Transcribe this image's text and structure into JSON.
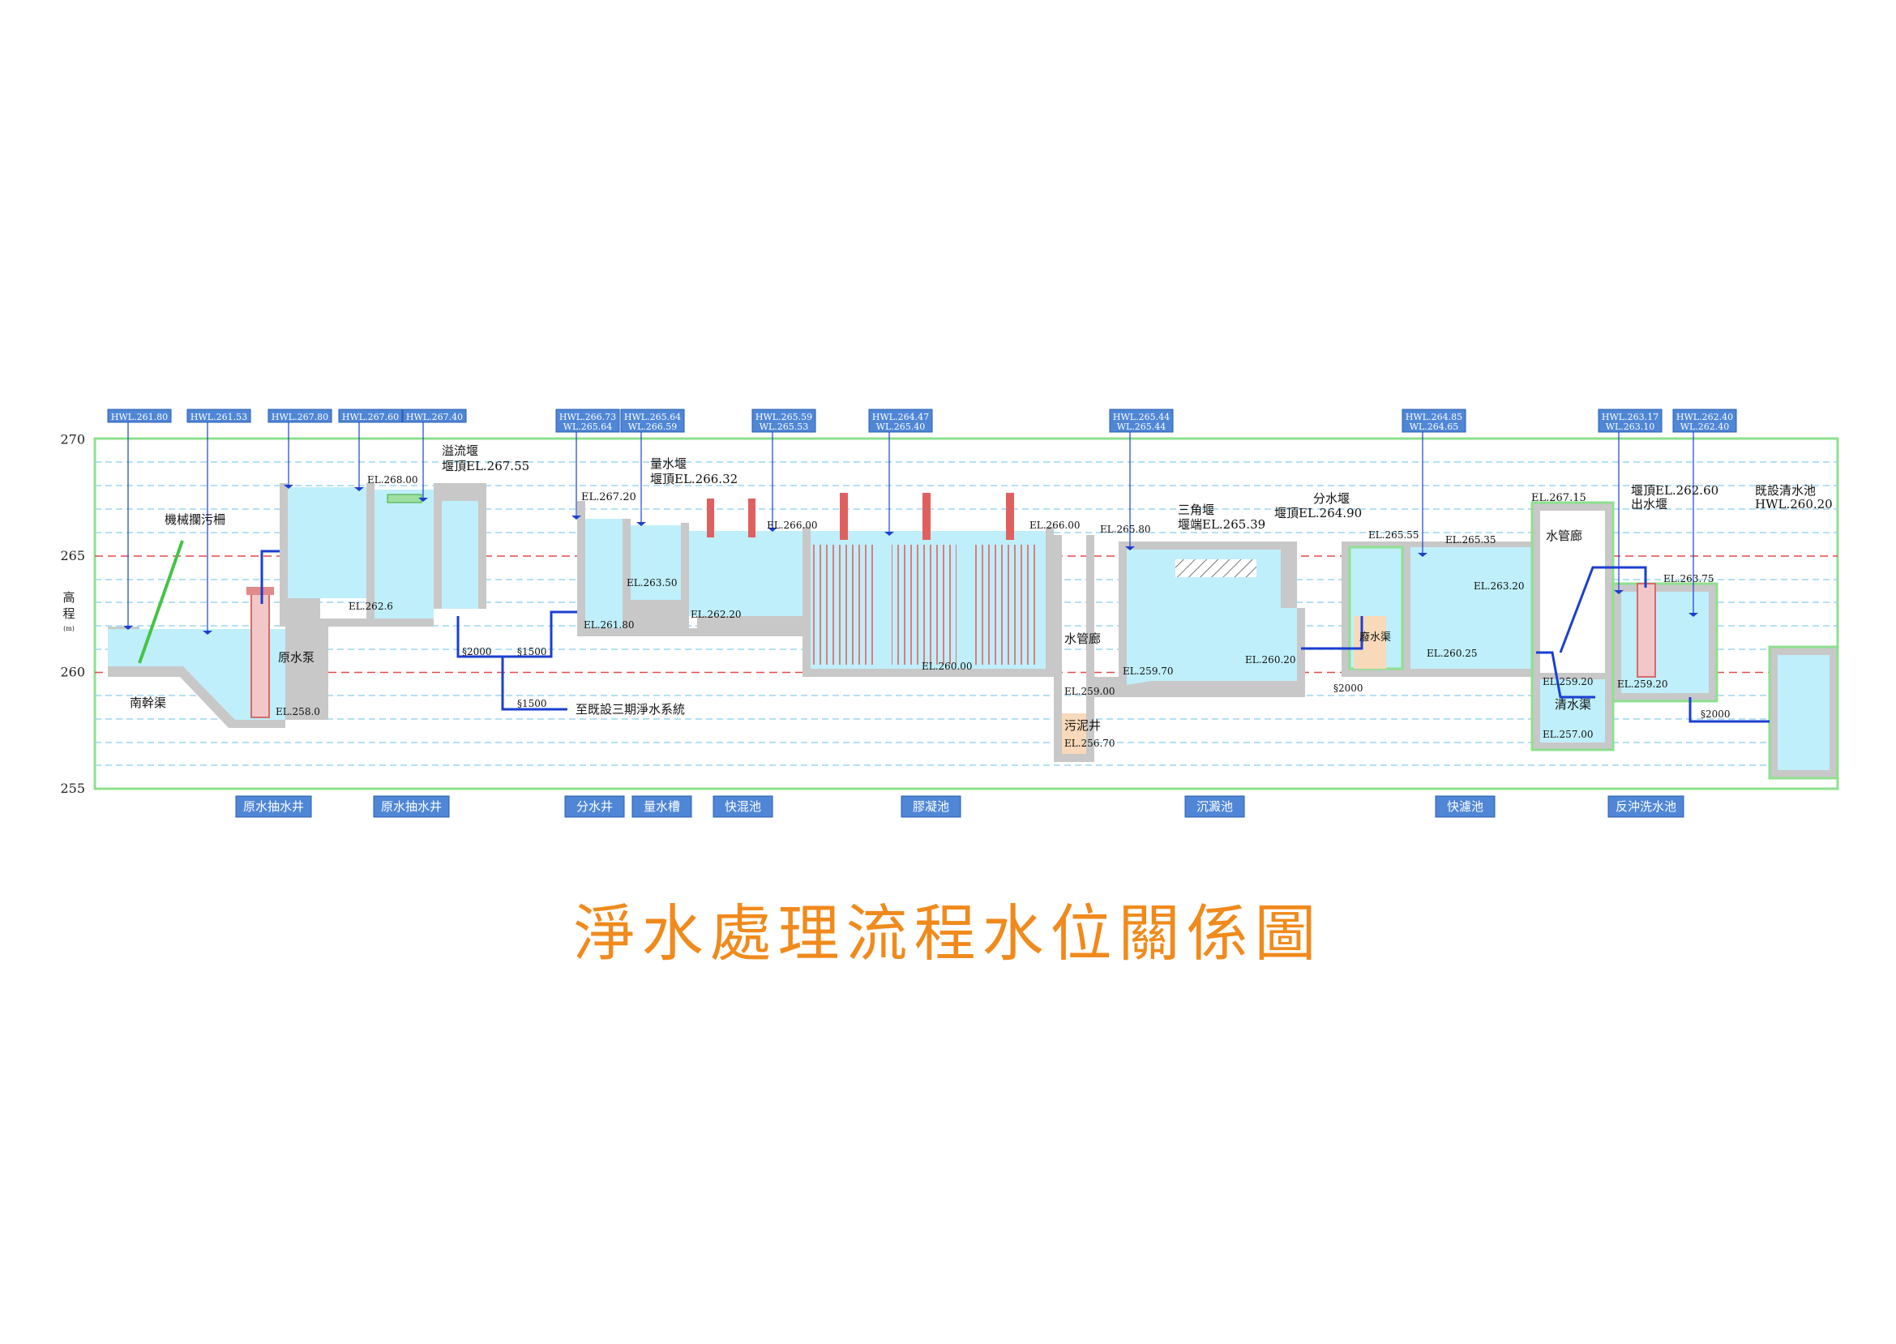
{
  "title": "淨水處理流程水位關係圖",
  "colors": {
    "water": "#bfeffa",
    "wall": "#c8c8c8",
    "frame": "#8ee08e",
    "pipe": "#1b3fd1",
    "label_bg": "#4f86d6",
    "title": "#f08a1c",
    "red_line": "#e24b4b"
  },
  "axis": {
    "ylabel": "高程",
    "unit": "(m)",
    "ticks": [
      {
        "label": "270",
        "el": 270
      },
      {
        "label": "265",
        "el": 265
      },
      {
        "label": "260",
        "el": 260
      },
      {
        "label": "255",
        "el": 255
      }
    ],
    "range": [
      255,
      270
    ],
    "red_lines": [
      265,
      260
    ]
  },
  "top_tags": [
    {
      "l1": "HWL.261.80",
      "l2": ""
    },
    {
      "l1": "HWL.261.53",
      "l2": ""
    },
    {
      "l1": "HWL.267.80",
      "l2": ""
    },
    {
      "l1": "HWL.267.60",
      "l2": ""
    },
    {
      "l1": "HWL.267.40",
      "l2": ""
    },
    {
      "l1": "HWL.266.73",
      "l2": "WL.265.64"
    },
    {
      "l1": "HWL.265.64",
      "l2": "WL.266.59"
    },
    {
      "l1": "HWL.265.59",
      "l2": "WL.265.53"
    },
    {
      "l1": "HWL.264.47",
      "l2": "WL.265.40"
    },
    {
      "l1": "HWL.265.44",
      "l2": "WL.265.44"
    },
    {
      "l1": "HWL.264.85",
      "l2": "WL.264.65"
    },
    {
      "l1": "HWL.263.17",
      "l2": "WL.263.10"
    },
    {
      "l1": "HWL.262.40",
      "l2": "WL.262.40"
    }
  ],
  "bottom_labels": [
    "原水抽水井",
    "原水抽水井",
    "分水井",
    "量水槽",
    "快混池",
    "膠凝池",
    "沉澱池",
    "快濾池",
    "反沖洗水池"
  ],
  "annotations": [
    {
      "text": "機械攔污柵"
    },
    {
      "text": "原水泵"
    },
    {
      "text": "南幹渠"
    },
    {
      "text": "EL.258.0"
    },
    {
      "text": "溢流堰"
    },
    {
      "text": "堰頂EL.267.55"
    },
    {
      "text": "EL.268.00"
    },
    {
      "text": "EL.262.6"
    },
    {
      "text": "§2000"
    },
    {
      "text": "§1500"
    },
    {
      "text": "§1500"
    },
    {
      "text": "至既設三期淨水系統"
    },
    {
      "text": "EL.267.20"
    },
    {
      "text": "EL.261.80"
    },
    {
      "text": "量水堰"
    },
    {
      "text": "堰頂EL.266.32"
    },
    {
      "text": "EL.263.50"
    },
    {
      "text": "EL.262.20"
    },
    {
      "text": "EL.266.00"
    },
    {
      "text": "EL.260.00"
    },
    {
      "text": "EL.266.00"
    },
    {
      "text": "水管廊"
    },
    {
      "text": "EL.259.00"
    },
    {
      "text": "污泥井"
    },
    {
      "text": "EL.256.70"
    },
    {
      "text": "EL.265.80"
    },
    {
      "text": "三角堰"
    },
    {
      "text": "堰端EL.265.39"
    },
    {
      "text": "EL.259.70"
    },
    {
      "text": "EL.260.20"
    },
    {
      "text": "分水堰"
    },
    {
      "text": "堰頂EL.264.90"
    },
    {
      "text": "§2000"
    },
    {
      "text": "EL.265.55"
    },
    {
      "text": "EL.265.35"
    },
    {
      "text": "廢水渠"
    },
    {
      "text": "EL.263.20"
    },
    {
      "text": "EL.260.25"
    },
    {
      "text": "EL.267.15"
    },
    {
      "text": "水管廊"
    },
    {
      "text": "EL.259.20"
    },
    {
      "text": "清水渠"
    },
    {
      "text": "EL.257.00"
    },
    {
      "text": "堰頂EL.262.60"
    },
    {
      "text": "出水堰"
    },
    {
      "text": "EL.263.75"
    },
    {
      "text": "EL.259.20"
    },
    {
      "text": "§2000"
    },
    {
      "text": "既設清水池"
    },
    {
      "text": "HWL.260.20"
    }
  ]
}
